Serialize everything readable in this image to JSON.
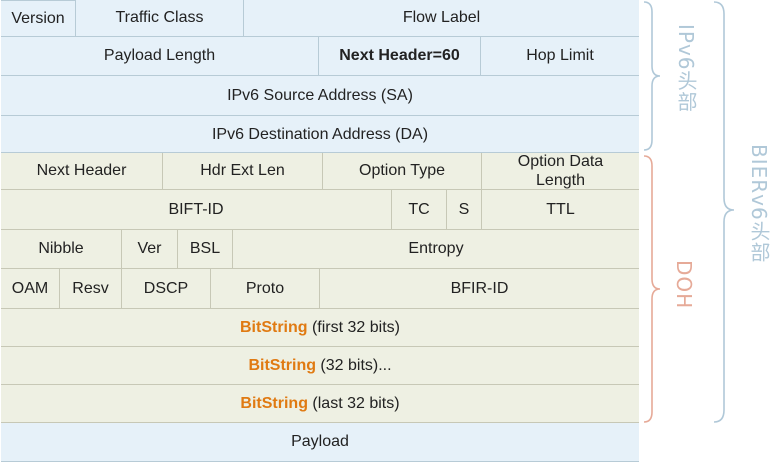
{
  "rows": {
    "r1": [
      "Version",
      "Traffic Class",
      "Flow Label"
    ],
    "r2": [
      "Payload Length",
      "Next Header=60",
      "Hop Limit"
    ],
    "r3": [
      "IPv6 Source Address (SA)"
    ],
    "r4": [
      "IPv6 Destination Address (DA)"
    ],
    "r5": [
      "Next Header",
      "Hdr Ext Len",
      "Option Type",
      "Option Data Length"
    ],
    "r6": [
      "BIFT-ID",
      "TC",
      "S",
      "TTL"
    ],
    "r7": [
      "Nibble",
      "Ver",
      "BSL",
      "Entropy"
    ],
    "r8": [
      "OAM",
      "Resv",
      "DSCP",
      "Proto",
      "BFIR-ID"
    ],
    "r9": {
      "strong": "BitString",
      "rest": " (first 32 bits)"
    },
    "r10": {
      "strong": "BitString",
      "rest": " (32 bits)..."
    },
    "r11": {
      "strong": "BitString",
      "rest": " (last 32 bits)"
    },
    "r12": [
      "Payload"
    ]
  },
  "braces": {
    "ipv6": "IPv6头部",
    "doh": "DOH",
    "bierv6": "BIERv6头部"
  },
  "colors": {
    "ipv6_fill": "#e6f1f9",
    "doh_fill": "#eef0e3",
    "bitstring_text": "#e07a12",
    "ipv6_brace": "#b0c8d8",
    "doh_brace": "#e6aa98"
  }
}
